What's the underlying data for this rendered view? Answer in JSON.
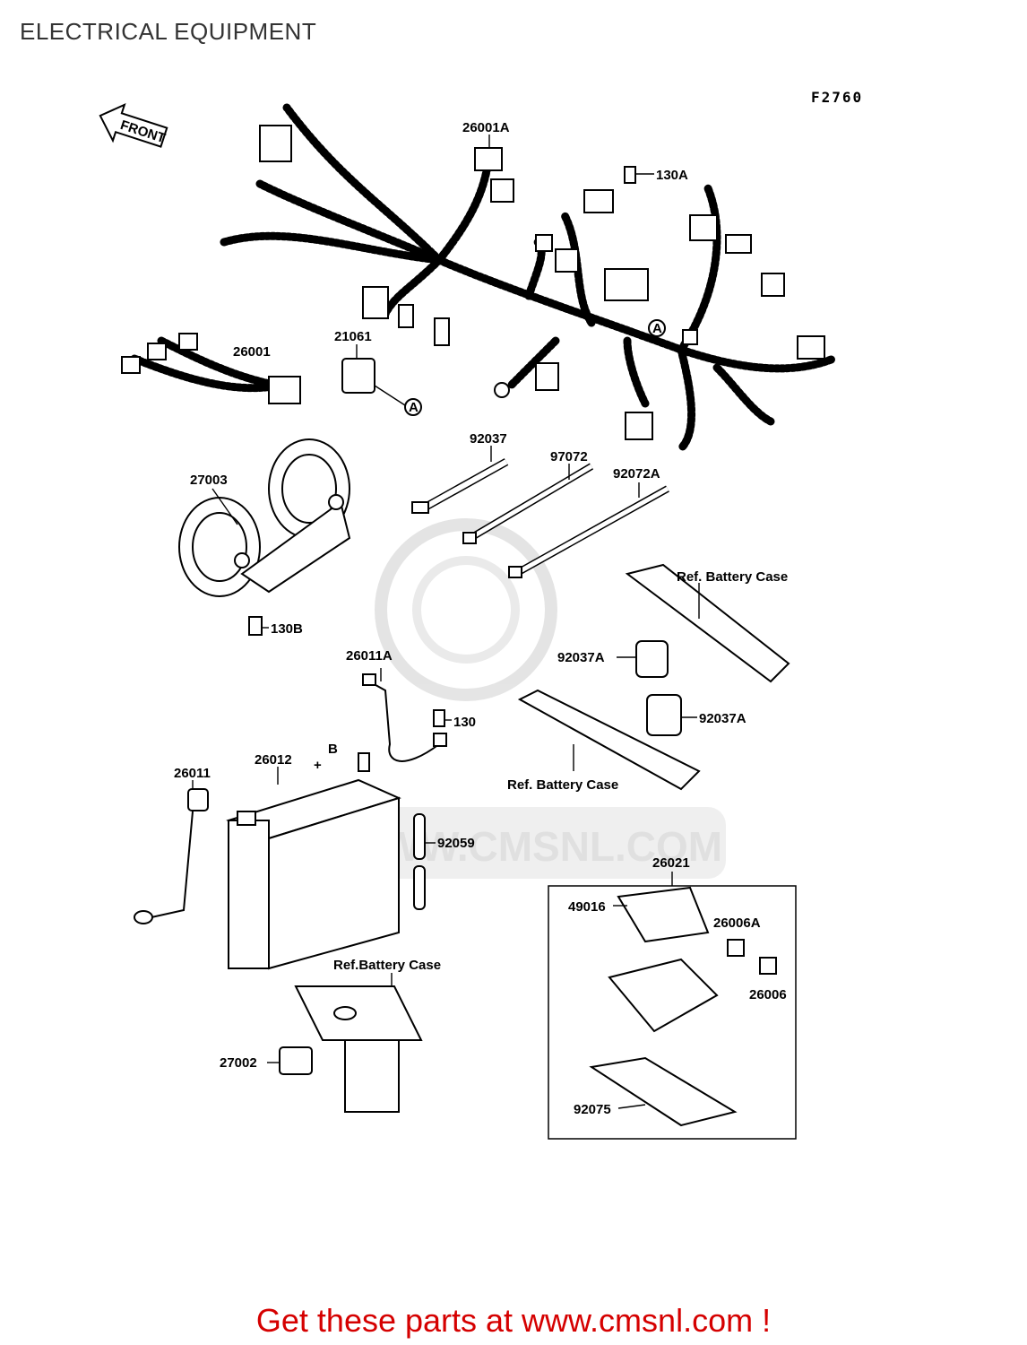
{
  "header": {
    "title": "ELECTRICAL EQUIPMENT"
  },
  "figure": {
    "code": "F2760",
    "front_label": "FRONT"
  },
  "callouts": [
    {
      "id": "c1",
      "text": "26001A"
    },
    {
      "id": "c2",
      "text": "130A"
    },
    {
      "id": "c3",
      "text": "21061"
    },
    {
      "id": "c4",
      "text": "26001"
    },
    {
      "id": "c5",
      "text": "92037"
    },
    {
      "id": "c6",
      "text": "97072"
    },
    {
      "id": "c7",
      "text": "92072A"
    },
    {
      "id": "c8",
      "text": "27003"
    },
    {
      "id": "c9",
      "text": "130B"
    },
    {
      "id": "c10",
      "text": "Ref. Battery Case"
    },
    {
      "id": "c11",
      "text": "92037A"
    },
    {
      "id": "c12",
      "text": "26011A"
    },
    {
      "id": "c13",
      "text": "130"
    },
    {
      "id": "c14",
      "text": "92037A"
    },
    {
      "id": "c15",
      "text": "26012"
    },
    {
      "id": "c16",
      "text": "26011"
    },
    {
      "id": "c17",
      "text": "Ref. Battery Case"
    },
    {
      "id": "c18",
      "text": "92059"
    },
    {
      "id": "c19",
      "text": "26021"
    },
    {
      "id": "c20",
      "text": "49016"
    },
    {
      "id": "c21",
      "text": "26006A"
    },
    {
      "id": "c22",
      "text": "26006"
    },
    {
      "id": "c23",
      "text": "Ref.Battery Case"
    },
    {
      "id": "c24",
      "text": "27002"
    },
    {
      "id": "c25",
      "text": "92075"
    }
  ],
  "connector_marks": {
    "a1": "A",
    "a2": "A",
    "b": "B",
    "plus": "+"
  },
  "watermark": "WWW.CMSNL.COM",
  "footer": {
    "text": "Get these parts at www.cmsnl.com !"
  },
  "colors": {
    "footer_text": "#d50000",
    "title_text": "#333333",
    "watermark": "#dddddd"
  }
}
